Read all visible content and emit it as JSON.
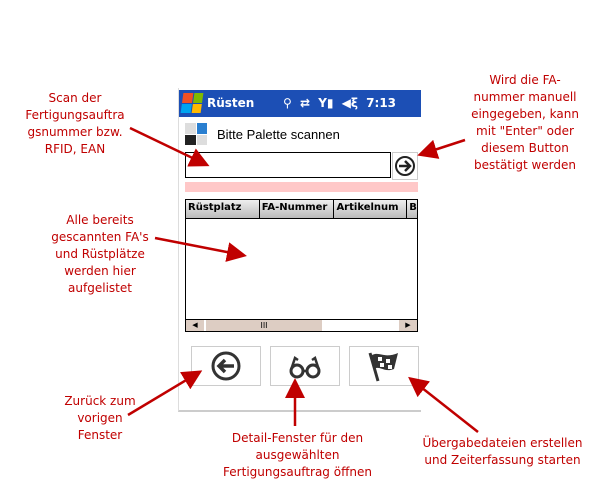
{
  "titlebar": {
    "app": "Rüsten",
    "status": "⚲ ⇄ Y▮ ◀ξ 7:13",
    "time": "7:13"
  },
  "header": {
    "title": "Bitte Palette scannen"
  },
  "scan_input": {
    "value": ""
  },
  "grid": {
    "columns": [
      "Rüstplatz",
      "FA-Nummer",
      "Artikelnum",
      "B"
    ],
    "rows": [],
    "scroll_thumb": "III"
  },
  "buttons": {
    "back": "back-icon",
    "details": "glasses-icon",
    "finish": "flag-icon"
  },
  "annotations": {
    "scan": [
      "Scan der",
      "Fertigungsauftra",
      "gsnummer bzw.",
      "RFID, EAN"
    ],
    "manual": [
      "Wird die FA-",
      "nummer manuell",
      "eingegeben, kann",
      "mit \"Enter\" oder",
      "diesem Button",
      "bestätigt werden"
    ],
    "list": [
      "Alle bereits",
      "gescannten FA's",
      "und Rüstplätze",
      "werden hier",
      "aufgelistet"
    ],
    "back": [
      "Zurück zum",
      "vorigen",
      "Fenster"
    ],
    "details": [
      "Detail-Fenster für den",
      "ausgewählten",
      "Fertigungsauftrag öffnen"
    ],
    "finish": [
      "Übergabedateien erstellen",
      "und Zeiterfassung starten"
    ]
  },
  "colors": {
    "titlebar": "#1c4fb5",
    "annotation": "#c00000",
    "error_bar": "#ffc8c8"
  }
}
